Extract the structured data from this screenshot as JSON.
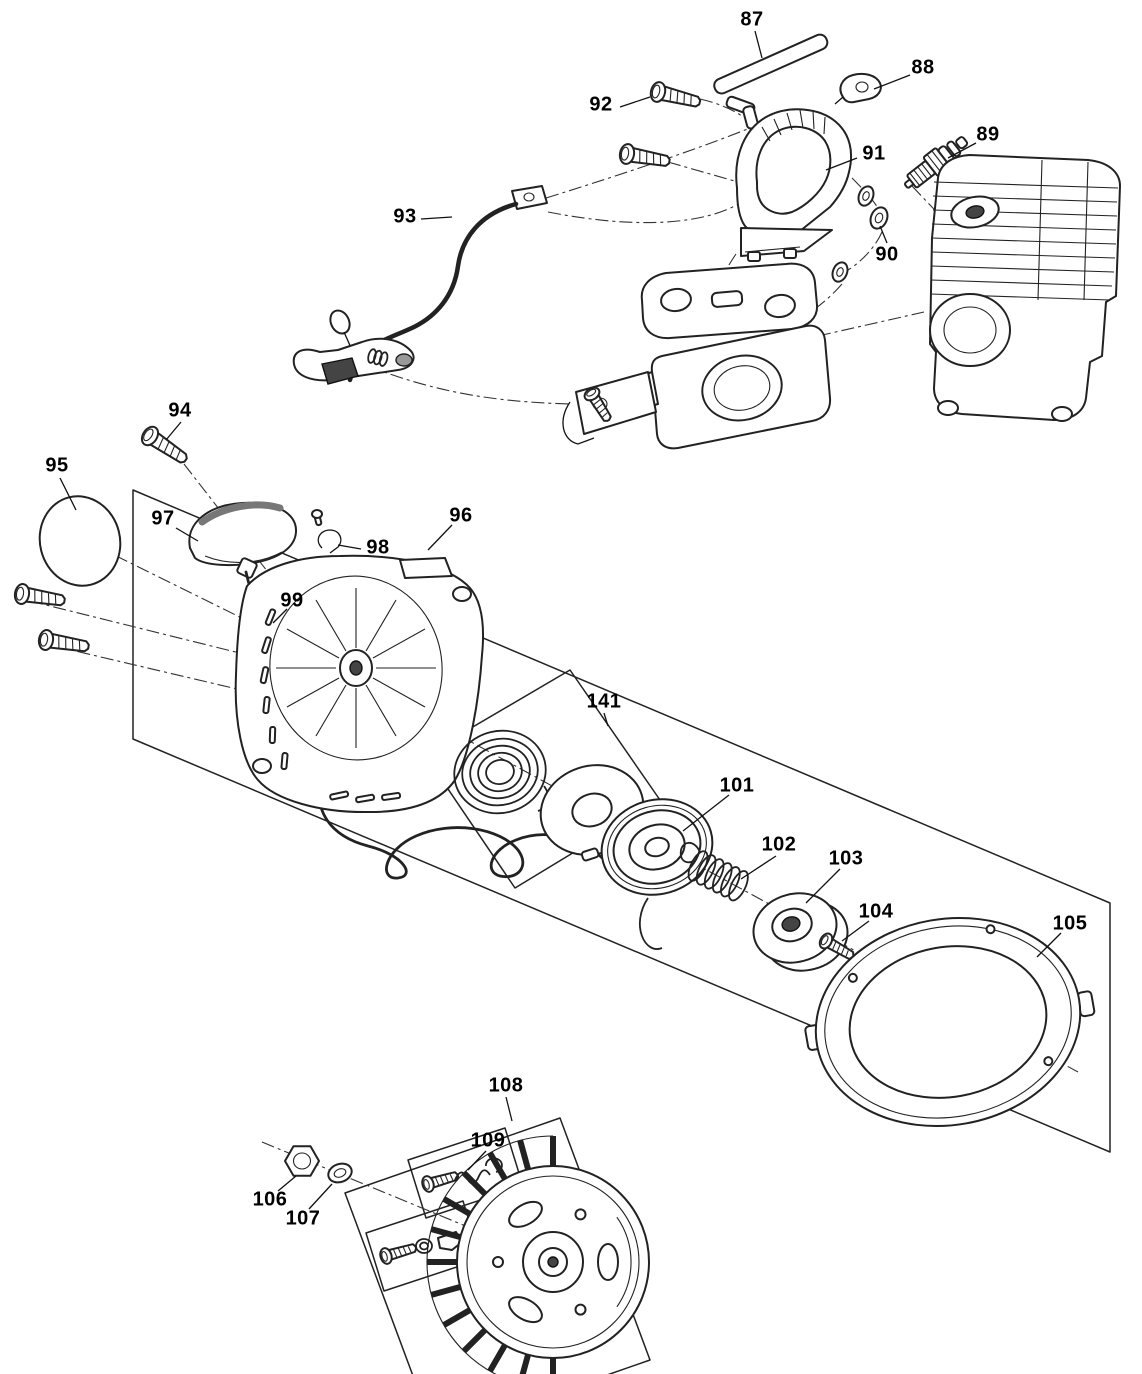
{
  "diagram": {
    "colors": {
      "background": "#ffffff",
      "line": "#1a1a1a",
      "label_text": "#000000"
    },
    "part_labels": {
      "87": "87",
      "88": "88",
      "89": "89",
      "90": "90",
      "91": "91",
      "92": "92",
      "93": "93",
      "94": "94",
      "95": "95",
      "96": "96",
      "97": "97",
      "98": "98",
      "99": "99",
      "101": "101",
      "102": "102",
      "103": "103",
      "104": "104",
      "105": "105",
      "106": "106",
      "107": "107",
      "108": "108",
      "109": "109",
      "141": "141"
    }
  }
}
